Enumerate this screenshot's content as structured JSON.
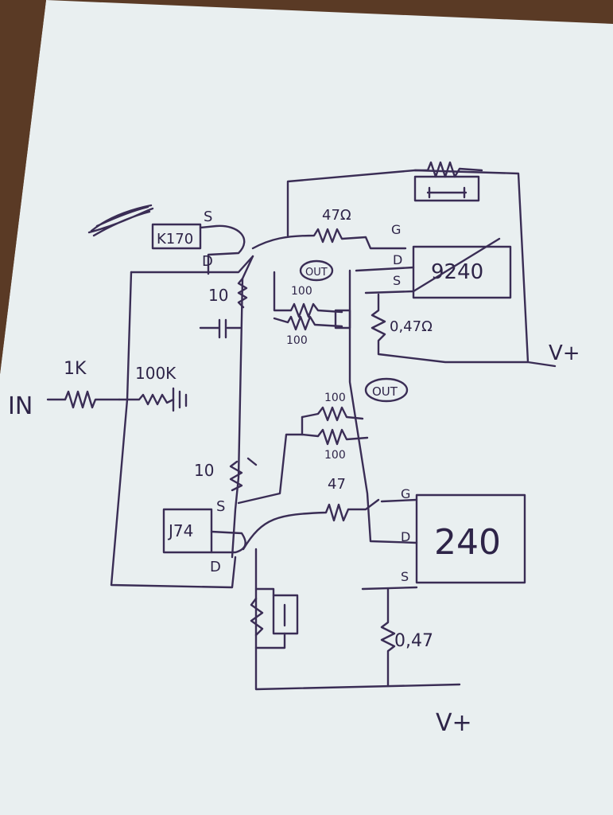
{
  "labels": {
    "input": "IN",
    "r_in": "1K",
    "r_bias": "100K",
    "jfet_top": "K170",
    "jfet_bot": "J74",
    "r_top_gate": "47Ω",
    "r_bot_gate": "47",
    "r10_top": "10",
    "r10_bot": "10",
    "r100_a": "100",
    "r100_b": "100",
    "r100_c": "100",
    "r100_d": "100",
    "out_top": "OUT",
    "out_bot": "OUT",
    "mosfet_top": "9240",
    "mosfet_bot": "240",
    "rs_top": "0,47Ω",
    "rs_bot": "0,47",
    "vplus_top": "V+",
    "vplus_bot": "V+",
    "pin_s": "S",
    "pin_d": "D",
    "pin_g": "G"
  },
  "colors": {
    "paper": "#e9eff0",
    "ink": "#3a2d55",
    "table": "#5a3a25"
  }
}
